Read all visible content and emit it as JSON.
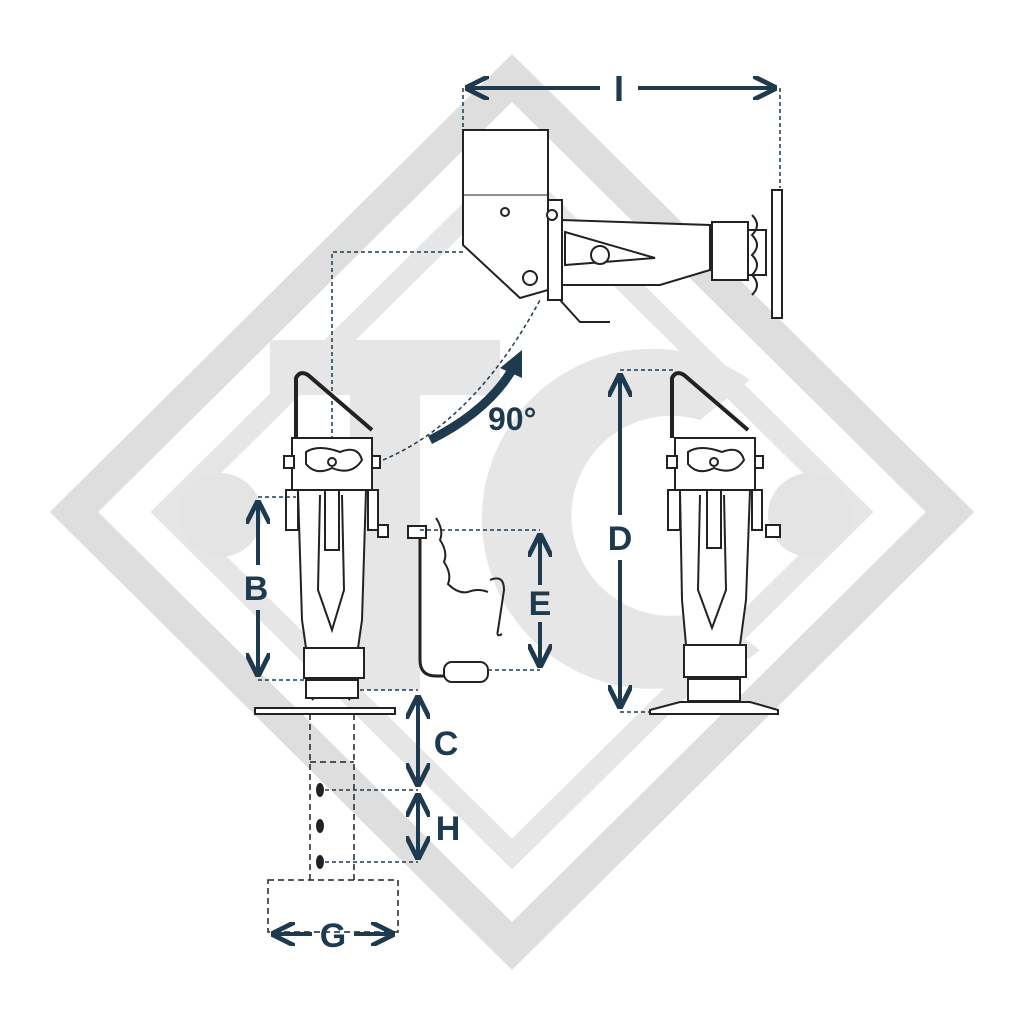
{
  "watermark": {
    "text": "TC"
  },
  "rotation": {
    "label": "90°"
  },
  "dimensions": {
    "I": "I",
    "B": "B",
    "C": "C",
    "H": "H",
    "G": "G",
    "E": "E",
    "D": "D"
  },
  "colors": {
    "accent": "#1e3a4f",
    "line": "#222222",
    "watermark": "#dcdcdc"
  }
}
